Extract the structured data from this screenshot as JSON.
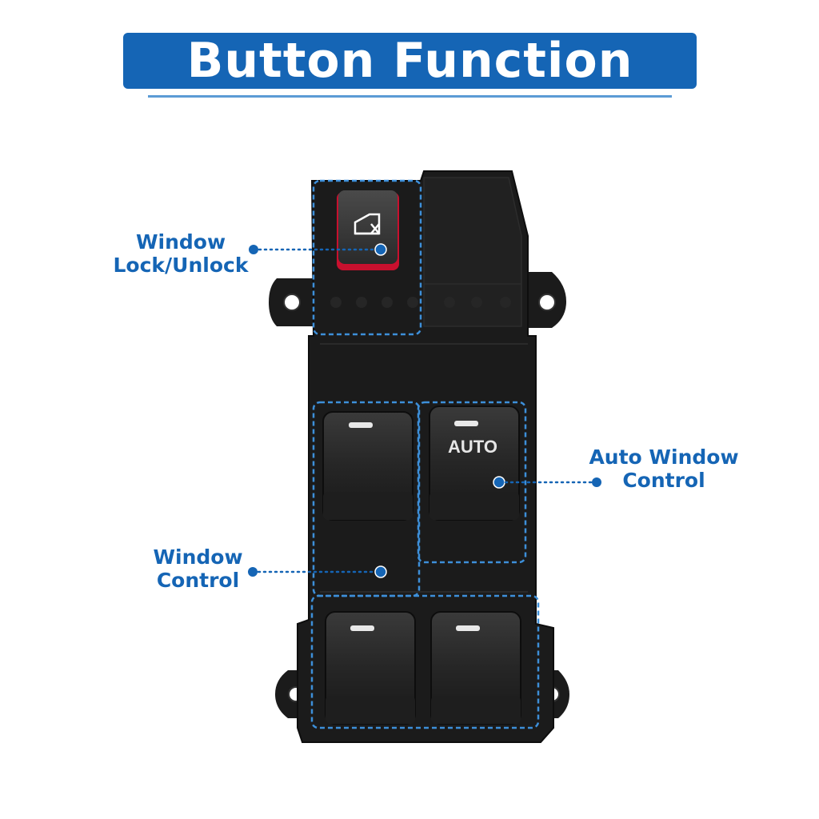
{
  "title": "Button Function",
  "labels": {
    "window_lock": {
      "line1": "Window",
      "line2": "Lock/Unlock"
    },
    "auto_window": {
      "line1": "Auto Window",
      "line2": "Control"
    },
    "window_control": {
      "line1": "Window",
      "line2": "Control"
    }
  },
  "switch_text": {
    "auto": "AUTO"
  },
  "colors": {
    "accent": "#1565b5",
    "rule": "#5b9bd5",
    "switch_body": "#1b1b1b",
    "lock_accent": "#c8102e"
  },
  "icons": {
    "lock_button": "window-lock-icon"
  }
}
